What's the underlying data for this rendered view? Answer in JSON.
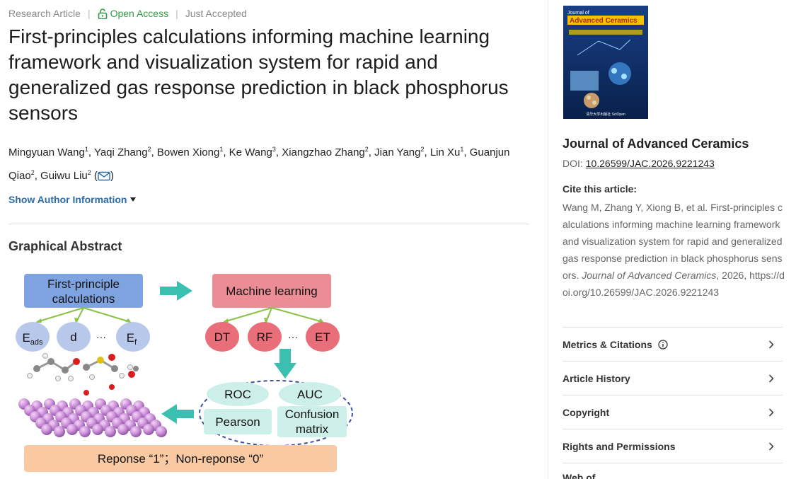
{
  "article": {
    "type": "Research Article",
    "access": "Open Access",
    "status": "Just Accepted",
    "title": "First-principles calculations informing machine learning framework and visualization system for rapid and generalized gas response prediction in black phosphorus sensors",
    "authors": [
      {
        "name": "Mingyuan Wang",
        "aff": "1"
      },
      {
        "name": "Yaqi Zhang",
        "aff": "2"
      },
      {
        "name": "Bowen Xiong",
        "aff": "1"
      },
      {
        "name": "Ke Wang",
        "aff": "3"
      },
      {
        "name": "Xiangzhao Zhang",
        "aff": "2"
      },
      {
        "name": "Jian Yang",
        "aff": "2"
      },
      {
        "name": "Lin Xu",
        "aff": "1"
      },
      {
        "name": "Guanjun Qiao",
        "aff": "2"
      },
      {
        "name": "Guiwu Liu",
        "aff": "2"
      }
    ],
    "show_author_info": "Show Author Information",
    "graphical_abstract_heading": "Graphical Abstract"
  },
  "graphical_abstract": {
    "first_principle": [
      "First-principle",
      "calculations"
    ],
    "machine_learning": "Machine learning",
    "features": {
      "eads_main": "E",
      "eads_sub": "ads",
      "d": "d",
      "dots": "···",
      "ef_main": "E",
      "ef_sub": "f"
    },
    "models": [
      "DT",
      "RF",
      "···",
      "ET"
    ],
    "metrics": {
      "roc": "ROC",
      "auc": "AUC",
      "pearson": "Pearson",
      "confusion": [
        "Confusion",
        "matrix"
      ]
    },
    "response": "Reponse “1”；Non-reponse “0”"
  },
  "sidebar": {
    "cover": {
      "journal_small": "Journal of",
      "journal_big": "Advanced Ceramics",
      "publishers": "清华大学出版社  SciOpen"
    },
    "journal_name": "Journal of Advanced Ceramics",
    "doi_label": "DOI:",
    "doi": "10.26599/JAC.2026.9221243",
    "cite_label": "Cite this article:",
    "cite_text": "Wang M, Zhang Y, Xiong B, et al. First-principles calculations informing machine learning framework and visualization system for rapid and generalized gas response prediction in black phosphorus sensors. ",
    "cite_journal": "Journal of Advanced Ceramics",
    "cite_tail": ", 2026, https://doi.org/10.26599/JAC.2026.9221243",
    "accordion": [
      "Metrics & Citations",
      "Article History",
      "Copyright",
      "Rights and Permissions",
      "Web of..."
    ]
  },
  "colors": {
    "link_blue": "#2d6aa6",
    "open_access_green": "#2e9e45",
    "box_blue": "#7fa3e0",
    "box_pink": "#ec8d96",
    "circle_blue": "#b7c8ea",
    "circle_pink": "#e86e79",
    "arrow_teal": "#3bbfb0",
    "metric_fill": "#cdefe9",
    "response_fill": "#f8c9a3"
  }
}
